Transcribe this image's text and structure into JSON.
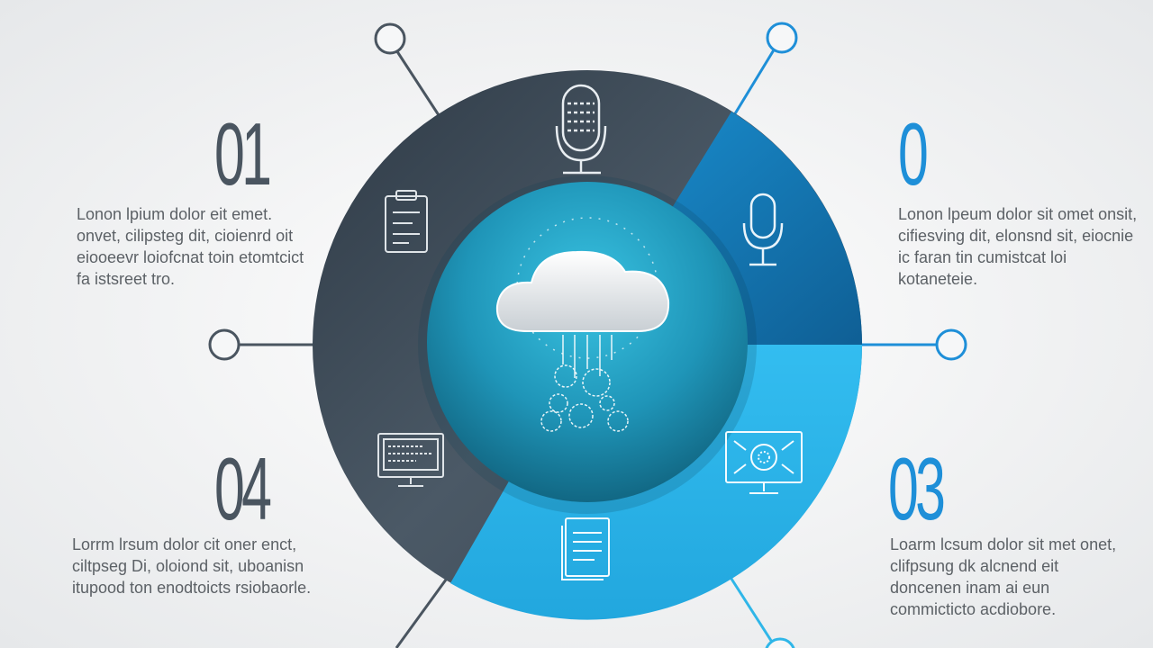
{
  "steps": [
    {
      "number": "01",
      "description": "Lonon lpium dolor eit emet. onvet, cilipsteg dit, cioienrd oit eiooeevr loiofcnat toin etomtcict fa istsreet tro."
    },
    {
      "number": "0",
      "description": "Lonon lpeum dolor sit omet onsit, cifiesving dit, elonsnd sit, eiocnie ic faran tin cumistcat loi kotaneteie."
    },
    {
      "number": "03",
      "description": "Loarm lcsum dolor sit met onet, clifpsung dk alcnend eit doncenen inam ai eun commicticto acdiobore."
    },
    {
      "number": "04",
      "description": "Lorrm lrsum dolor cit oner enct, ciltpseg Di, oloiond sit, uboanisn itupood ton enodtoicts rsiobaorle."
    }
  ],
  "colors": {
    "dark_segment": "#45525f",
    "mid_blue_segment": "#1477b4",
    "light_blue_segment": "#2fb6e8",
    "center_circle": "#1fa8cc",
    "connector_dark": "#4a5560",
    "connector_blue": "#1e8fd8",
    "background": "#f3f4f5"
  },
  "icons": {
    "center": "cloud-gears-icon",
    "top": "microphone-icon",
    "upper_left": "clipboard-icon",
    "upper_right": "microphone-icon",
    "lower_left": "monitor-code-icon",
    "lower_right": "monitor-chip-icon",
    "bottom": "document-icon"
  }
}
